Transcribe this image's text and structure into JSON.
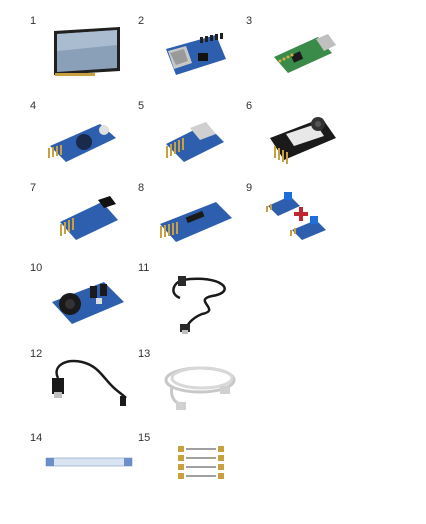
{
  "items": [
    {
      "number": "1"
    },
    {
      "number": "2"
    },
    {
      "number": "3"
    },
    {
      "number": "4"
    },
    {
      "number": "5"
    },
    {
      "number": "6"
    },
    {
      "number": "7"
    },
    {
      "number": "8"
    },
    {
      "number": "9"
    },
    {
      "number": "10"
    },
    {
      "number": "11"
    },
    {
      "number": "12"
    },
    {
      "number": "13"
    },
    {
      "number": "14"
    },
    {
      "number": "15"
    }
  ],
  "colors": {
    "pcb_blue": "#2d5fae",
    "pcb_green": "#3a8a4a",
    "pcb_black": "#1a1a1a",
    "plus_red": "#c0262d"
  },
  "icons": {
    "plus": "plus-icon"
  }
}
